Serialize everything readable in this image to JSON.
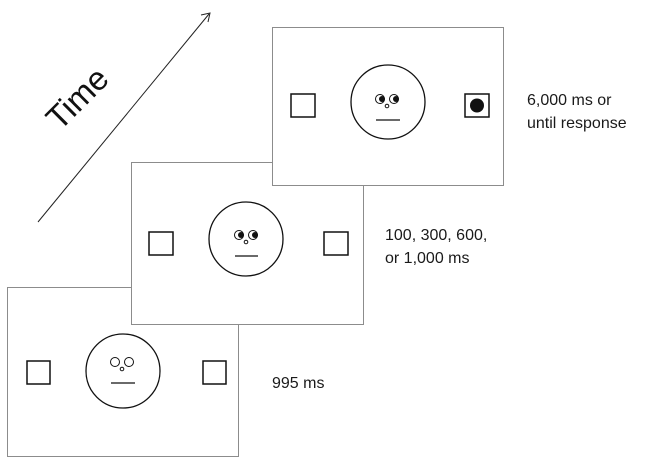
{
  "time_axis": {
    "label": "Time"
  },
  "frames": [
    {
      "id": "fixation",
      "duration_lines": [
        "995 ms"
      ],
      "left_box": "empty",
      "right_box": "empty",
      "face_gaze": "straight"
    },
    {
      "id": "cue",
      "duration_lines": [
        "100, 300, 600,",
        "or 1,000 ms"
      ],
      "left_box": "empty",
      "right_box": "empty",
      "face_gaze": "right"
    },
    {
      "id": "target",
      "duration_lines": [
        "6,000 ms or",
        "until response"
      ],
      "left_box": "empty",
      "right_box": "target-dot",
      "face_gaze": "right"
    }
  ],
  "colors": {
    "frame_border": "#8c8c8c",
    "ink": "#111111"
  }
}
